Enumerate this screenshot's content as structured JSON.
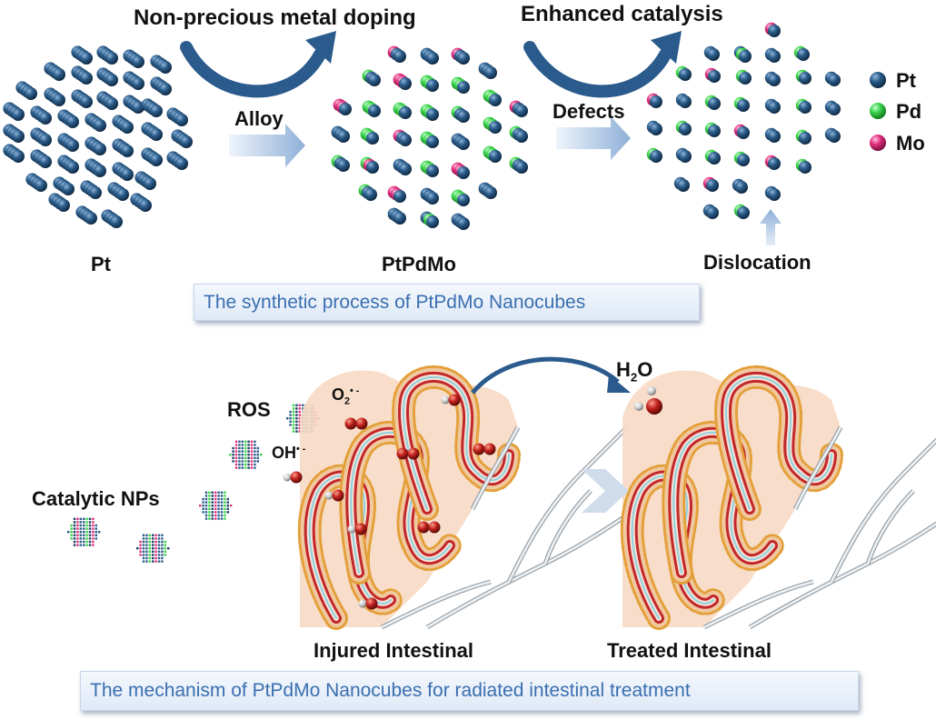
{
  "synthesis": {
    "top_left_caption": "Non-precious metal doping",
    "top_right_caption": "Enhanced catalysis",
    "alloy_label": "Alloy",
    "defects_label": "Defects",
    "pt_label": "Pt",
    "alloy_name": "PtPdMo",
    "dislocation_label": "Dislocation",
    "banner": "The synthetic process of PtPdMo Nanocubes"
  },
  "legend": {
    "items": [
      {
        "label": "Pt",
        "color": "#2c5d8a"
      },
      {
        "label": "Pd",
        "color": "#39d24a"
      },
      {
        "label": "Mo",
        "color": "#e0307f"
      }
    ]
  },
  "mechanism": {
    "ros_label": "ROS",
    "catalytic_label": "Catalytic NPs",
    "superoxide_base": "O",
    "superoxide_sub": "2",
    "superoxide_sup": "• -",
    "hydroxyl_base": "OH",
    "hydroxyl_sup": "• -",
    "water_base": "H",
    "water_sub": "2",
    "water_end": "O",
    "injured_label": "Injured Intestinal",
    "treated_label": "Treated Intestinal",
    "banner": "The mechanism of PtPdMo Nanocubes for radiated intestinal treatment"
  },
  "colors": {
    "pt": "#2c5d8a",
    "pd": "#39d24a",
    "mo": "#e0307f",
    "arrow_dark": "#2b5a8c",
    "arrow_light": "#c7d8ee",
    "tissue": "#f7d9c4",
    "villus_edge": "#e3a03a",
    "oxygen": "#c0211c"
  }
}
